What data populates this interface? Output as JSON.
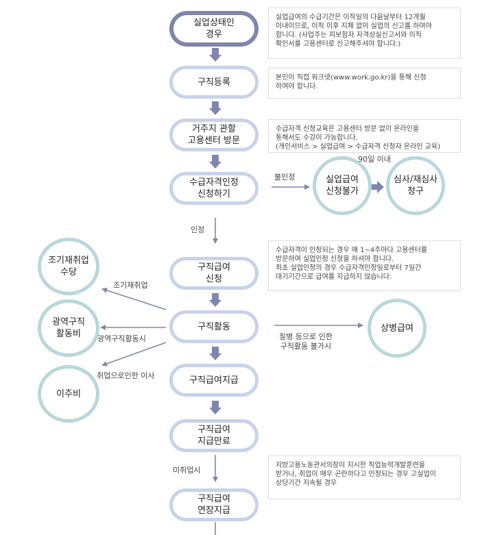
{
  "steps": [
    "실업상태인\n경우",
    "구직등록",
    "거주지 관할\n고용센터 방문",
    "수급자격인정\n신청하기",
    "구직급여\n신청",
    "구직활동",
    "구직급여지급",
    "구직급여\n지급만료",
    "구직급여\n연장지급"
  ],
  "notes": [
    "실업급여의 수급기간은 이직일의 다음날부터 12개월\n이내이므로, 이직 이후 지체 없이 실업의 신고를 하여야\n합니다. (사업주는 피보험자 자격상실신고서와 이직\n확인서를 고용센터로 신고해주셔야 합니다.)",
    "본인이 직접 워크넷(www.work.go.kr)을 통해 신청\n하여야 합니다.",
    "수급자격 신청교육은 고용센터 방문 없이 온라인을\n통해서도 수강이 가능합니다.\n(개인서비스 > 실업급여 > 수급자격 신청자 온라인 교육)",
    "수급자격이 인정되는 경우 매 1~4주마다 고용센터를\n방문하여 실업인정 신청을 하셔야 합니다.\n최초 실업인정의 경우 수급자격인정일로부터 7일간\n대기기간으로 급여를 지급하지 않습니다.",
    "지방고용노동관서의장이 지시한 직업능력개발훈련을\n받거나, 취업이 매우 곤란하다고 인정되는 경우 고실업이\n상당기간 지속될 경우"
  ],
  "circles": {
    "reject": "실업급여\n신청불가",
    "appeal": "심사/재심사\n청구",
    "early": "조기재취업\n수당",
    "wide": "광역구직\n활동비",
    "moving": "이주비",
    "sick": "상병급여"
  },
  "labels": {
    "reject": "불인정",
    "days90": "90일 이내",
    "approved": "인정",
    "early": "조기재취업",
    "wide": "광역구직활동시",
    "moving": "취업으로인한 이사",
    "sick": "질병 등으로 인한\n구직활동 불가시",
    "unemployed": "미취업시"
  }
}
